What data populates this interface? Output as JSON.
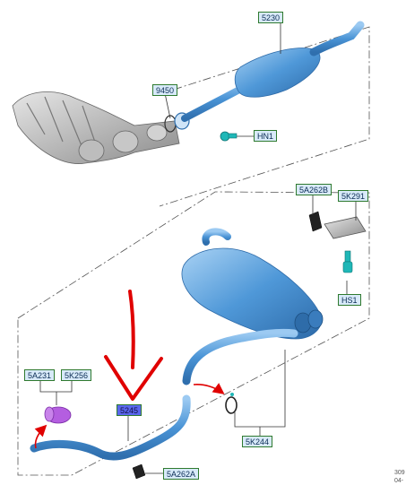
{
  "callouts": {
    "c5230": "5230",
    "c9450": "9450",
    "hn1": "HN1",
    "c5a262b": "5A262B",
    "c5k291": "5K291",
    "hs1": "HS1",
    "c5a231": "5A231",
    "c5k256": "5K256",
    "c5245": "5245",
    "c5k244": "5K244",
    "c5a262a": "5A262A"
  },
  "reference": {
    "line1": "309",
    "line2": "04-"
  },
  "colors": {
    "pipe": "#4a94d6",
    "pipe_highlight": "#8cc0ee",
    "manifold": "#9a9a9a",
    "outline_line": "#333333",
    "arrow_red": "#e00000",
    "callout_fill": "#d8eaf9",
    "callout_border": "#2f7a2f",
    "highlight_fill": "#5a66ee",
    "clamp_purple": "#b45ee0",
    "teal_fastener": "#1fb7b7"
  }
}
